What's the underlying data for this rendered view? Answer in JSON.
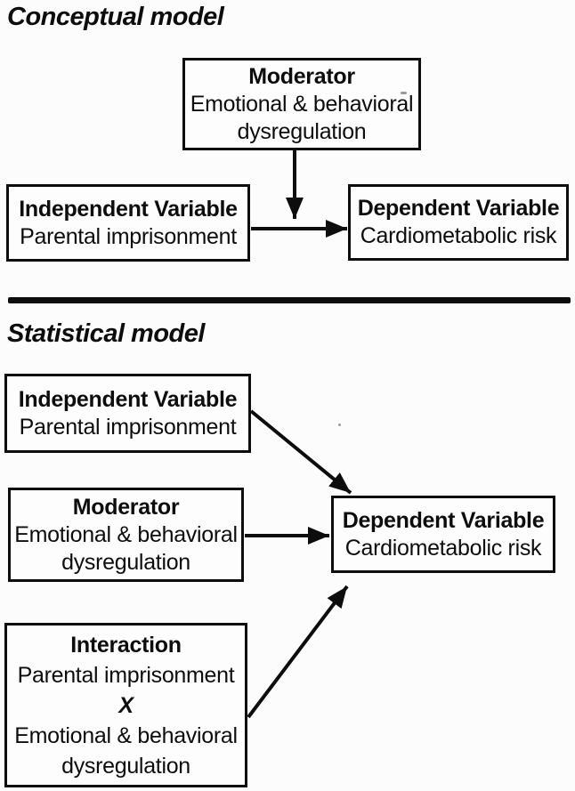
{
  "colors": {
    "ink": "#0d0d0d",
    "paper": "#fcfcfc"
  },
  "conceptual": {
    "title": "Conceptual model",
    "moderator_box": {
      "title": "Moderator",
      "line1": "Emotional & behavioral",
      "line2": "dysregulation"
    },
    "iv_box": {
      "title": "Independent Variable",
      "subtitle": "Parental imprisonment"
    },
    "dv_box": {
      "title": "Dependent Variable",
      "subtitle": "Cardiometabolic risk"
    },
    "arrows": [
      {
        "from": "moderator",
        "to": "iv-to-dv-path",
        "direction": "down"
      },
      {
        "from": "independent-variable",
        "to": "dependent-variable",
        "direction": "right"
      }
    ]
  },
  "statistical": {
    "title": "Statistical model",
    "iv_box": {
      "title": "Independent Variable",
      "subtitle": "Parental imprisonment"
    },
    "moderator_box": {
      "title": "Moderator",
      "line1": "Emotional & behavioral",
      "line2": "dysregulation"
    },
    "interaction_box": {
      "title": "Interaction",
      "line1": "Parental imprisonment",
      "operator": "X",
      "line2": "Emotional & behavioral",
      "line3": "dysregulation"
    },
    "dv_box": {
      "title": "Dependent Variable",
      "subtitle": "Cardiometabolic risk"
    },
    "arrows": [
      {
        "from": "independent-variable",
        "to": "dependent-variable",
        "direction": "diagonal-down"
      },
      {
        "from": "moderator",
        "to": "dependent-variable",
        "direction": "right"
      },
      {
        "from": "interaction",
        "to": "dependent-variable",
        "direction": "diagonal-up"
      }
    ]
  }
}
